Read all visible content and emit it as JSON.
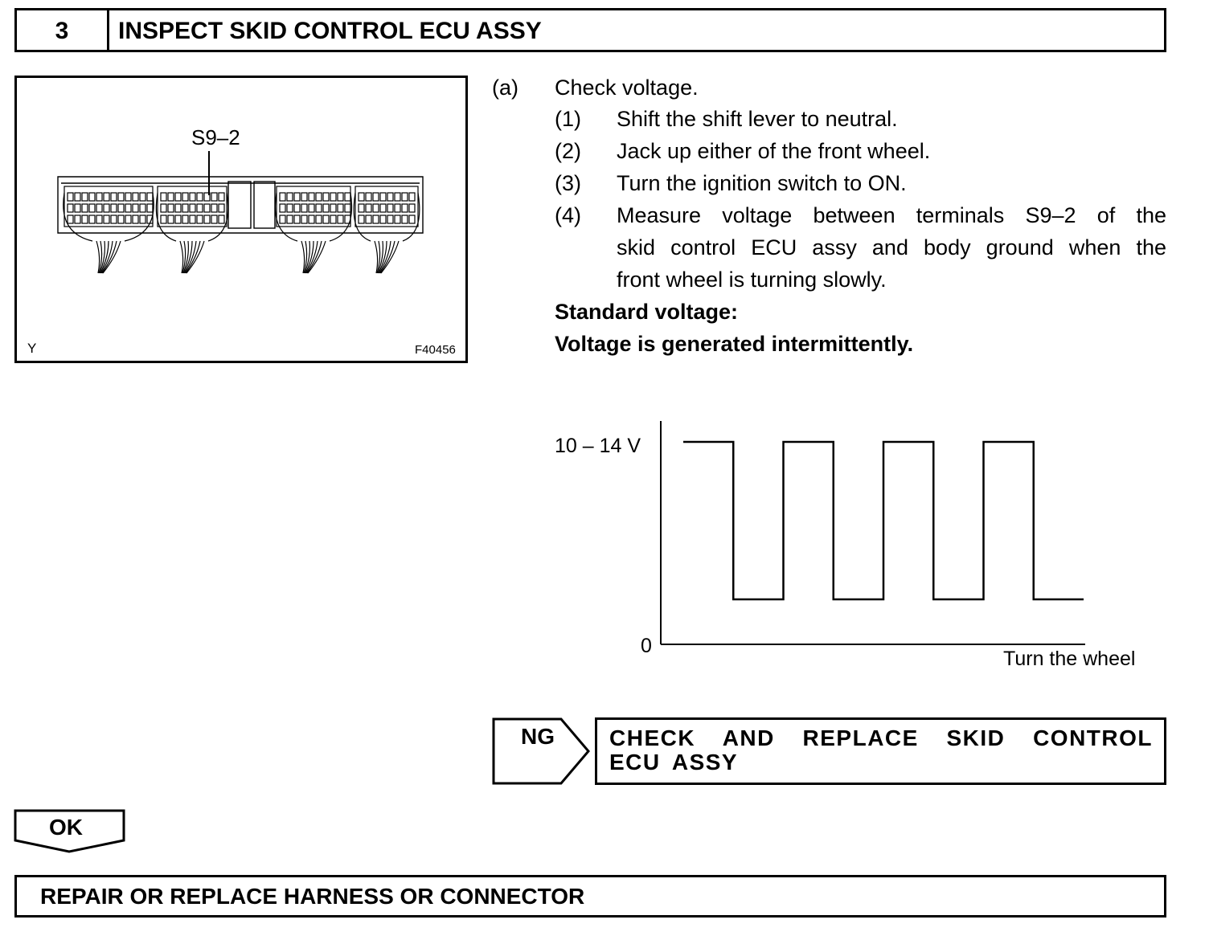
{
  "header": {
    "step_number": "3",
    "title": "INSPECT SKID CONTROL ECU ASSY"
  },
  "figure": {
    "terminal_label": "S9–2",
    "corner_label": "Y",
    "figure_id": "F40456"
  },
  "instructions": {
    "a_marker": "(a)",
    "a_text": "Check voltage.",
    "steps": [
      {
        "num": "(1)",
        "text": "Shift the shift lever to neutral."
      },
      {
        "num": "(2)",
        "text": "Jack up either of the front wheel."
      },
      {
        "num": "(3)",
        "text": "Turn the ignition switch to ON."
      },
      {
        "num": "(4)",
        "lines": [
          "Measure voltage between terminals S9–2 of the",
          "skid control ECU assy and body ground when the",
          "front wheel is turning slowly."
        ]
      }
    ],
    "standard_label": "Standard voltage:",
    "standard_value": "Voltage is generated intermittently."
  },
  "chart_data": {
    "type": "line",
    "title": "",
    "ytick_labels": [
      "10 – 14 V",
      "0"
    ],
    "xlabel": "Turn the wheel",
    "ylabel": "",
    "series": [
      {
        "values": [
          1,
          1,
          0,
          0,
          1,
          1,
          0,
          0,
          1,
          1,
          0,
          0,
          1,
          1,
          0,
          0
        ]
      }
    ]
  },
  "ng": {
    "label": "NG",
    "text": "CHECK AND REPLACE SKID CONTROL ECU ASSY"
  },
  "ok": {
    "label": "OK"
  },
  "repair": {
    "text": "REPAIR OR REPLACE HARNESS OR CONNECTOR"
  }
}
